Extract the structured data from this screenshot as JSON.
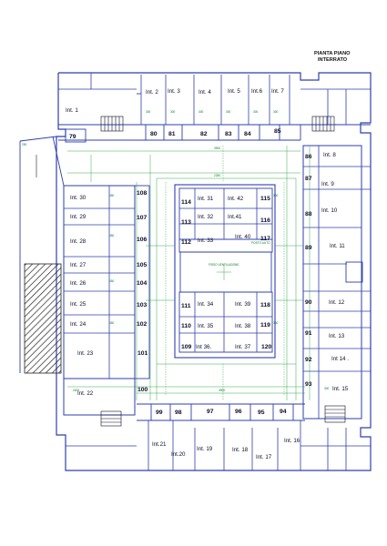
{
  "plan": {
    "title_line1": "PIANTA PIANO",
    "title_line2": "INTERRATO",
    "colors": {
      "walls": "#2e3fae",
      "dimensions": "#21a23a",
      "text": "#0c0c28",
      "ramp_hatch": "#222222"
    },
    "labels": {
      "int1": "Int. 1",
      "int2": "Int. 2",
      "int3": "Int. 3",
      "int4": "Int. 4",
      "int5": "Int. 5",
      "int6": "Int.6",
      "int7": "Int. 7",
      "int8": "Int. 8",
      "int9": "Int. 9",
      "int10": "Int. 10",
      "int11": "Int. 11",
      "int12": "Int. 12",
      "int13": "Int. 13",
      "int14": "Int 14 .",
      "int15": "Int. 15",
      "int16": "Int. 16",
      "int17": "Int. 17",
      "int18": "Int. 18",
      "int19": "Int. 19",
      "int20": "Int.20",
      "int21": "Int.21",
      "int22": "Int. 22",
      "int23": "Int. 23",
      "int24": "Int. 24",
      "int25": "Int. 25",
      "int26": "Int. 26",
      "int27": "Int. 27",
      "int28": "Int. 28",
      "int29": "Int. 29",
      "int30": "Int. 30",
      "int31": "Int. 31",
      "int32": "Int. 32",
      "int33": "Int. 33",
      "int34": "Int. 34",
      "int35": "Int. 35",
      "int36": "Int 36.",
      "int37": "Int. 37",
      "int38": "Int. 38",
      "int39": "Int. 39",
      "int40": "Int. 40",
      "int41": "Int.41",
      "int42": "Int. 42",
      "g79": "79",
      "g80": "80",
      "g81": "81",
      "g82": "82",
      "g83": "83",
      "g84": "84",
      "g85": "85",
      "g86": "86",
      "g87": "87",
      "g88": "88",
      "g89": "89",
      "g90": "90",
      "g91": "91",
      "g92": "92",
      "g93": "93",
      "g94": "94",
      "g95": "95",
      "g96": "96",
      "g97": "97",
      "g98": "98",
      "g99": "99",
      "g100": "100",
      "g101": "101",
      "g102": "102",
      "g103": "103",
      "g104": "104",
      "g105": "105",
      "g106": "106",
      "g107": "107",
      "g108": "108",
      "g109": "109",
      "g110": "110",
      "g111": "111",
      "g112": "112",
      "g113": "113",
      "g114": "114",
      "g115": "115",
      "g116": "116",
      "g117": "117",
      "g118": "118",
      "g119": "119",
      "g120": "120",
      "fixed_note": "FISSO VENTILAZIONE",
      "posto_auto": "POSTO AUTO"
    }
  }
}
